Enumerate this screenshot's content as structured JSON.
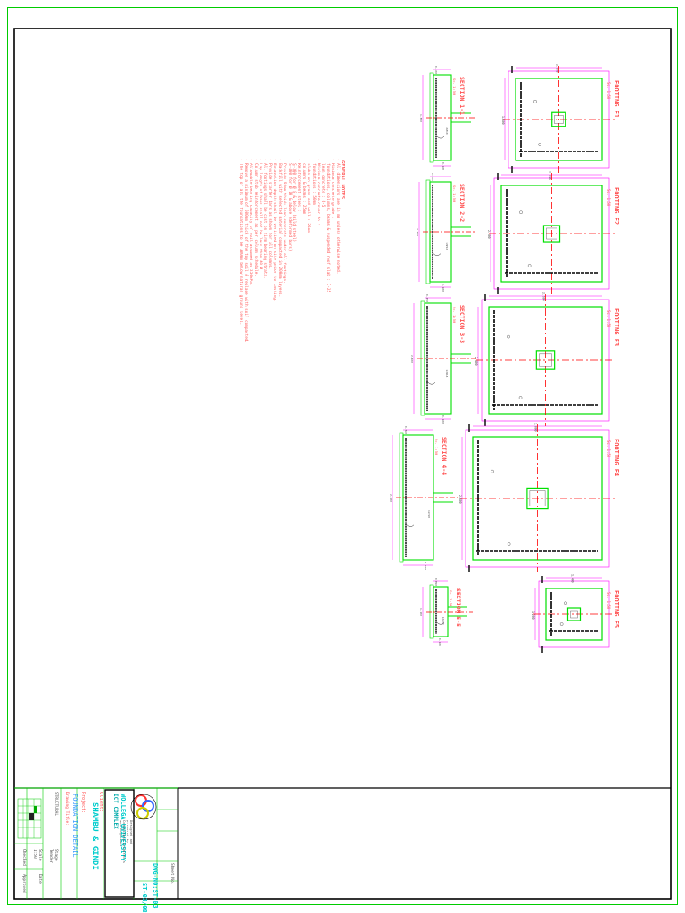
{
  "footings": [
    {
      "name": "FOOTING F1",
      "scale": "Sc. 1:50",
      "section_title": "SECTION 1-1",
      "section_scale": "Sc. 1:50",
      "width_dim": "2.000",
      "depth_dim": "1.800",
      "thick_dim": "0.400",
      "proj_dim": "0.100",
      "rebar_label": "12#10"
    },
    {
      "name": "FOOTING F2",
      "scale": "Sc. 1:50",
      "section_title": "SECTION 2-2",
      "section_scale": "Sc. 1:50",
      "width_dim": "2.200",
      "depth_dim": "2.000",
      "thick_dim": "0.400",
      "proj_dim": "0.100",
      "rebar_label": "12#12"
    },
    {
      "name": "FOOTING F3",
      "scale": "Sc. 1:50",
      "section_title": "SECTION 3-3",
      "section_scale": "Sc. 1:50",
      "width_dim": "2.600",
      "depth_dim": "2.400",
      "thick_dim": "0.450",
      "proj_dim": "0.100",
      "rebar_label": "12#14"
    },
    {
      "name": "FOOTING F4",
      "scale": "Sc. 1:50",
      "section_title": "SECTION 4-4",
      "section_scale": "Sc. 1:50",
      "width_dim": "3.000",
      "depth_dim": "2.800",
      "thick_dim": "0.500",
      "proj_dim": "0.100",
      "rebar_label": "12#16"
    },
    {
      "name": "FOOTING F5",
      "scale": "Sc. 1:50",
      "section_title": "SECTION 5-5",
      "section_scale": "Sc. 1:50",
      "width_dim": "1.400",
      "depth_dim": "1.200",
      "thick_dim": "0.350",
      "proj_dim": "0.100",
      "rebar_label": "12#10"
    }
  ],
  "general_notes": {
    "title": "GENERAL NOTES",
    "lines": [
      "- All dimensions are in mm unless otherwise noted.",
      "- Minimum concrete grade :",
      "    . foundations, columns, beams & suspended roof slab : C-25",
      "    . lean concrete : C-5",
      "- Minimum concrete cover to :",
      "    . foundations : 50mm",
      "    . slabs on grade and wall : 25mm",
      "    . columns & beams : 25mm",
      "- Reinforcement steel :",
      "    . S-300 for Ø 8 & below (mild steel)",
      "    . S-400 for Ø 10 & above (deformed bars)",
      "- Provide 50mm thick lean concrete under all footings.",
      "- Backfill with selected material compacted in 200mm layers.",
      "- Excavation depth shall be verified on site prior to casting.",
      "- Provide starter bars as shown for all columns.",
      "- All footings shall be cast on firm bearing strata.",
      "- Lap length of bars shall not be less than 40 Ø.",
      "- Column stub reinforcement as per column schedule.",
      "- Allowable bearing capacity of soil assumed as 250kPa.",
      "- Remove a minimum of 600mm thick of the top soil & replace with soil compacted.",
      "- The top of all the foundations to be 300mm below natural ground level."
    ]
  },
  "title_block": {
    "project_label": "Project:",
    "project_title": "SHAMBU & GINDI",
    "drawing_label": "Drawing Title:",
    "drawing_title": "FOUNDATION DETAIL",
    "client_label": "Client:",
    "client_name": "WOLLEGA UNIVERSITY",
    "client_sub": "ICT COMPLEX",
    "consultant_line1": "Designed and",
    "consultant_line2": "prepared by",
    "consultant_line3": "Consulting Architects",
    "consultant_line4": "and Engineers",
    "sheet_label": "Sheet No.",
    "sheet_no": "ST-03/08",
    "drawing_no": "DWG-NO:ST-03",
    "discipline": "STRUCTURAL",
    "stage_label": "Stage",
    "stage": "Tender",
    "scale_label": "Scale",
    "scale": "1:50",
    "date_label": "Date",
    "date": "",
    "checked_label": "Checked",
    "approved_label": "Approved"
  },
  "colors": {
    "frame": "#00cc00",
    "concrete": "#00e000",
    "dims": "#ff00ff",
    "text": "#ff5050",
    "axis": "#ff0000",
    "rebar": "#000000"
  }
}
